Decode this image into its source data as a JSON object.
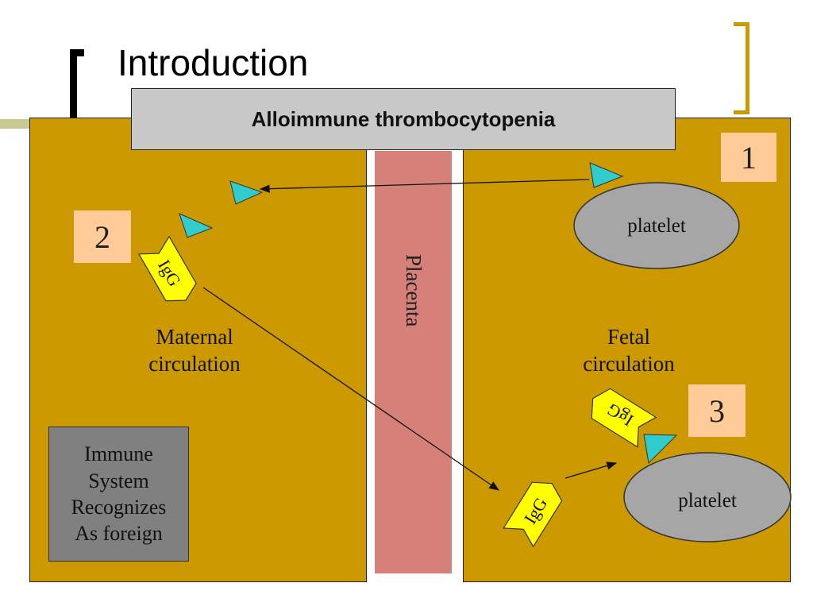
{
  "slide": {
    "title": "Introduction",
    "header": "Alloimmune thrombocytopenia"
  },
  "labels": {
    "placenta": "Placenta",
    "maternal_line1": "Maternal",
    "maternal_line2": "circulation",
    "fetal_line1": "Fetal",
    "fetal_line2": "circulation",
    "platelet_top": "platelet",
    "platelet_bottom": "platelet",
    "igg_1": "IgG",
    "igg_2": "IgG",
    "igg_3": "IgG"
  },
  "steps": {
    "one": "1",
    "two": "2",
    "three": "3"
  },
  "immune_box": {
    "line1": "Immune",
    "line2": "System",
    "line3": "Recognizes",
    "line4": "As foreign"
  },
  "colors": {
    "circulation_box": "#cc9900",
    "placenta": "#d58079",
    "platelet": "#a6a6a6",
    "antigen": "#33cccc",
    "antibody": "#ffff00",
    "step_badge": "#ffcc99",
    "header_bar": "#c8c8c8"
  }
}
